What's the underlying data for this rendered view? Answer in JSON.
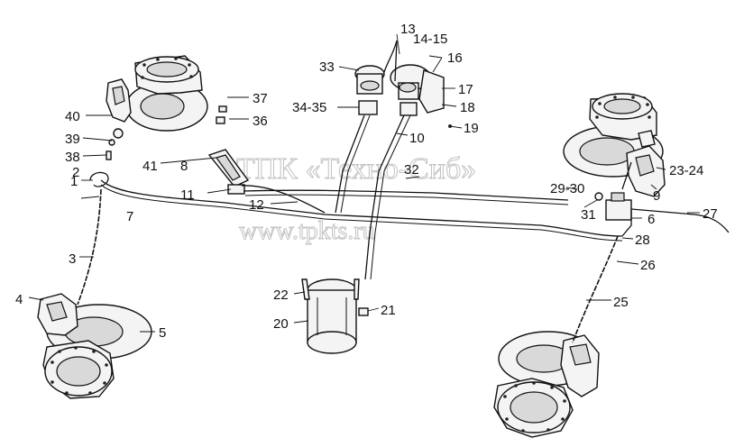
{
  "watermark": {
    "line1": "ТПК «Техно-Сиб»",
    "line2": "www.tpkts.ru"
  },
  "labels": {
    "n1": "1",
    "n2": "2",
    "n3": "3",
    "n4": "4",
    "n5": "5",
    "n6": "6",
    "n7": "7",
    "n8": "8",
    "n9": "9",
    "n10": "10",
    "n11": "11",
    "n12": "12",
    "n13": "13",
    "n14_15": "14-15",
    "n16": "16",
    "n17": "17",
    "n18": "18",
    "n19": "19",
    "n20": "20",
    "n21": "21",
    "n22": "22",
    "n23_24": "23-24",
    "n25": "25",
    "n26": "26",
    "n27": "27",
    "n28": "28",
    "n29_30": "29-30",
    "n31": "31",
    "n32": "32",
    "n33": "33",
    "n34_35": "34-35",
    "n36": "36",
    "n37": "37",
    "n38": "38",
    "n39": "39",
    "n40": "40",
    "n41": "41"
  }
}
